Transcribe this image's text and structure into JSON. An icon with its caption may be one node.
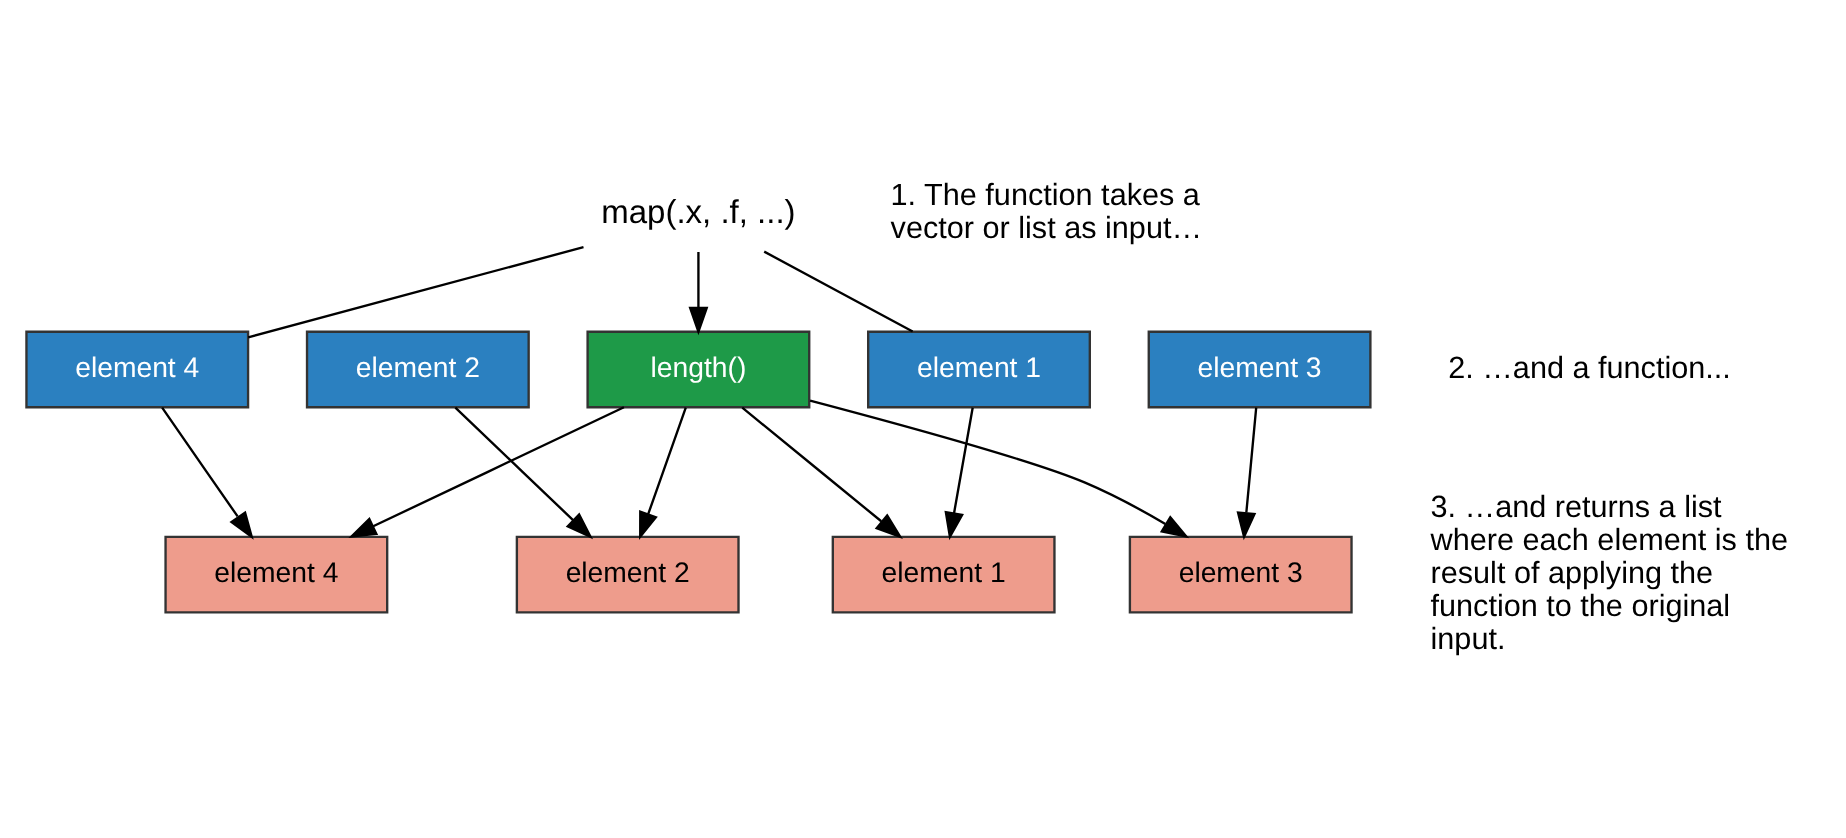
{
  "diagram": {
    "nodes": [
      {
        "text": [
          "map(.x, .f, ...)"
        ]
      },
      {
        "text": [
          "element 1"
        ]
      },
      {
        "text": [
          "element 2"
        ]
      },
      {
        "text": [
          "element 3"
        ]
      },
      {
        "text": [
          "element 4"
        ]
      },
      {
        "text": [
          "length()"
        ]
      },
      {
        "text": [
          "element 1"
        ]
      },
      {
        "text": [
          "element 2"
        ]
      },
      {
        "text": [
          "element 3"
        ]
      },
      {
        "text": [
          "element 4"
        ]
      }
    ],
    "edges": [
      {
        "from": 0,
        "to": 1,
        "arrow": "none"
      },
      {
        "from": 0,
        "to": 4,
        "arrow": "none"
      },
      {
        "from": 0,
        "to": 5,
        "arrow": "to"
      },
      {
        "from": 1,
        "to": 6,
        "arrow": "to"
      },
      {
        "from": 2,
        "to": 7,
        "arrow": "to"
      },
      {
        "from": 3,
        "to": 8,
        "arrow": "to"
      },
      {
        "from": 4,
        "to": 9,
        "arrow": "to"
      },
      {
        "from": 5,
        "to": 6,
        "arrow": "to"
      },
      {
        "from": 5,
        "to": 7,
        "arrow": "to"
      },
      {
        "from": 5,
        "to": 8,
        "arrow": "to"
      },
      {
        "from": 5,
        "to": 9,
        "arrow": "to"
      }
    ],
    "labels": [
      "1. The function takes a vector or list as input…",
      "2. …and a function...",
      "3. …and returns a list where each element is the result of applying the function to the original input."
    ]
  }
}
